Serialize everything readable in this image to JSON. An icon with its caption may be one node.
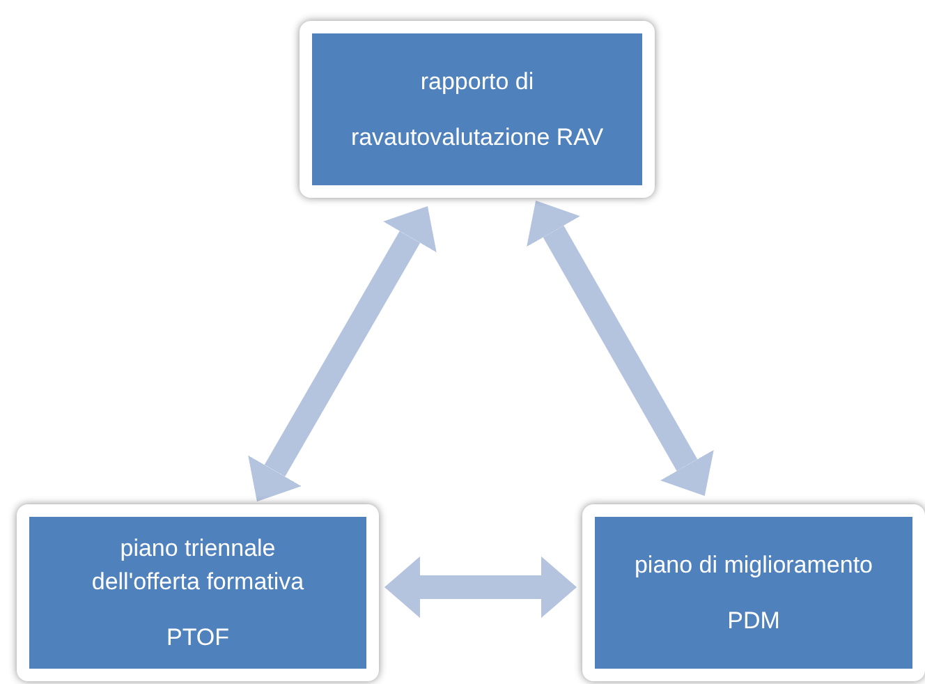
{
  "diagram": {
    "nodes": [
      {
        "text": [
          "rapporto di",
          "ravautovalutazione RAV"
        ]
      },
      {
        "text": [
          "piano triennale dell'offerta formativa",
          "PTOF"
        ]
      },
      {
        "text": [
          "piano di miglioramento",
          "PDM"
        ]
      }
    ],
    "edges": [
      {
        "from": 0,
        "to": 1,
        "arrow": "both"
      },
      {
        "from": 0,
        "to": 2,
        "arrow": "both"
      },
      {
        "from": 1,
        "to": 2,
        "arrow": "both"
      }
    ]
  }
}
